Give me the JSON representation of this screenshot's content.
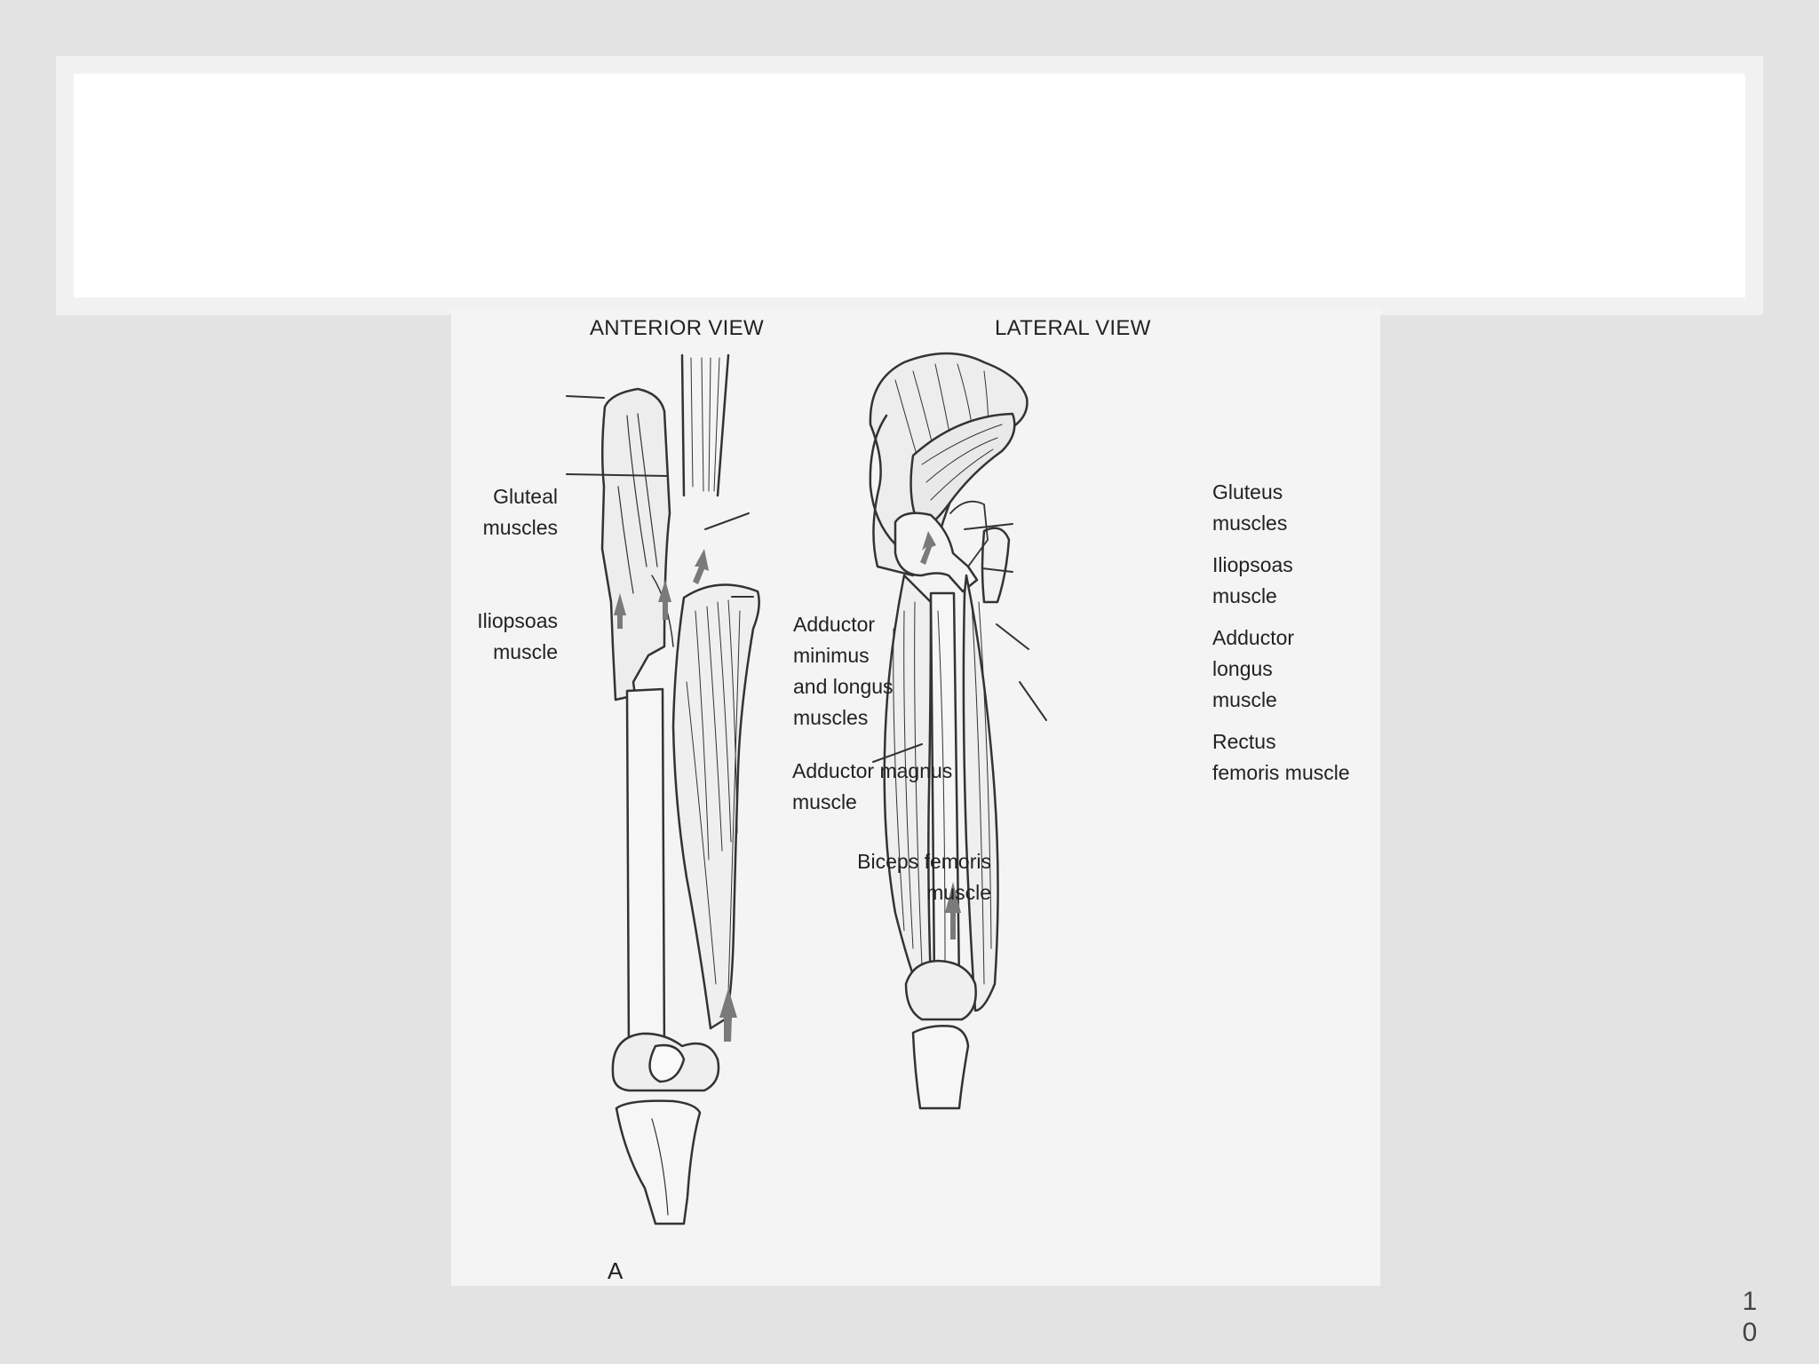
{
  "slide": {
    "page_number": "1\n0"
  },
  "figure": {
    "anterior": {
      "title": "ANTERIOR VIEW",
      "panel_letter": "A",
      "labels": {
        "gluteal": "Gluteal\nmuscles",
        "iliopsoas": "Iliopsoas\nmuscle",
        "adductor_minimus": "Adductor\nminimus\nand longus\nmuscles",
        "adductor_magnus": "Adductor magnus\nmuscle"
      }
    },
    "lateral": {
      "title": "LATERAL VIEW",
      "labels": {
        "gluteus": "Gluteus\nmuscles",
        "iliopsoas": "Iliopsoas\nmuscle",
        "adductor_longus": "Adductor\nlongus\nmuscle",
        "rectus_femoris": "Rectus\nfemoris muscle",
        "biceps_femoris": "Biceps femoris\nmuscle"
      }
    }
  }
}
